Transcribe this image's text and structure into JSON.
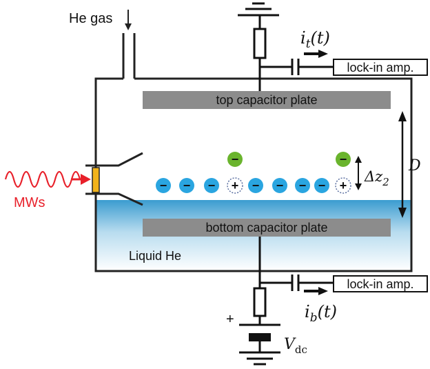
{
  "labels": {
    "he_gas": "He gas",
    "top_plate": "top capacitor plate",
    "bottom_plate": "bottom capacitor plate",
    "liquid_he": "Liquid He",
    "mws": "MWs",
    "lockin_top": "lock-in amp.",
    "lockin_bottom": "lock-in amp.",
    "i_top": "i",
    "i_top_sub": "t",
    "i_top_arg": "(t)",
    "i_bottom": "i",
    "i_bottom_sub": "b",
    "i_bottom_arg": "(t)",
    "distance": "D",
    "delta_z": "Δz",
    "delta_z_sub": "2",
    "vdc": "V",
    "vdc_sub": "dc",
    "plus_sign": "+"
  },
  "charges": {
    "surface_row": [
      "-",
      "-",
      "-",
      "+",
      "-",
      "-",
      "-",
      "-",
      "+"
    ],
    "excited": [
      "-",
      "-"
    ],
    "minus_symbol": "−",
    "plus_symbol": "+"
  },
  "colors": {
    "electron": "#2aa5e0",
    "excited_electron": "#6ab42d",
    "plate": "#8c8c8c",
    "microwave": "#e8202a",
    "window": "#f2b31a",
    "liquid_top": "#3b9cd0",
    "outline": "#222222"
  }
}
